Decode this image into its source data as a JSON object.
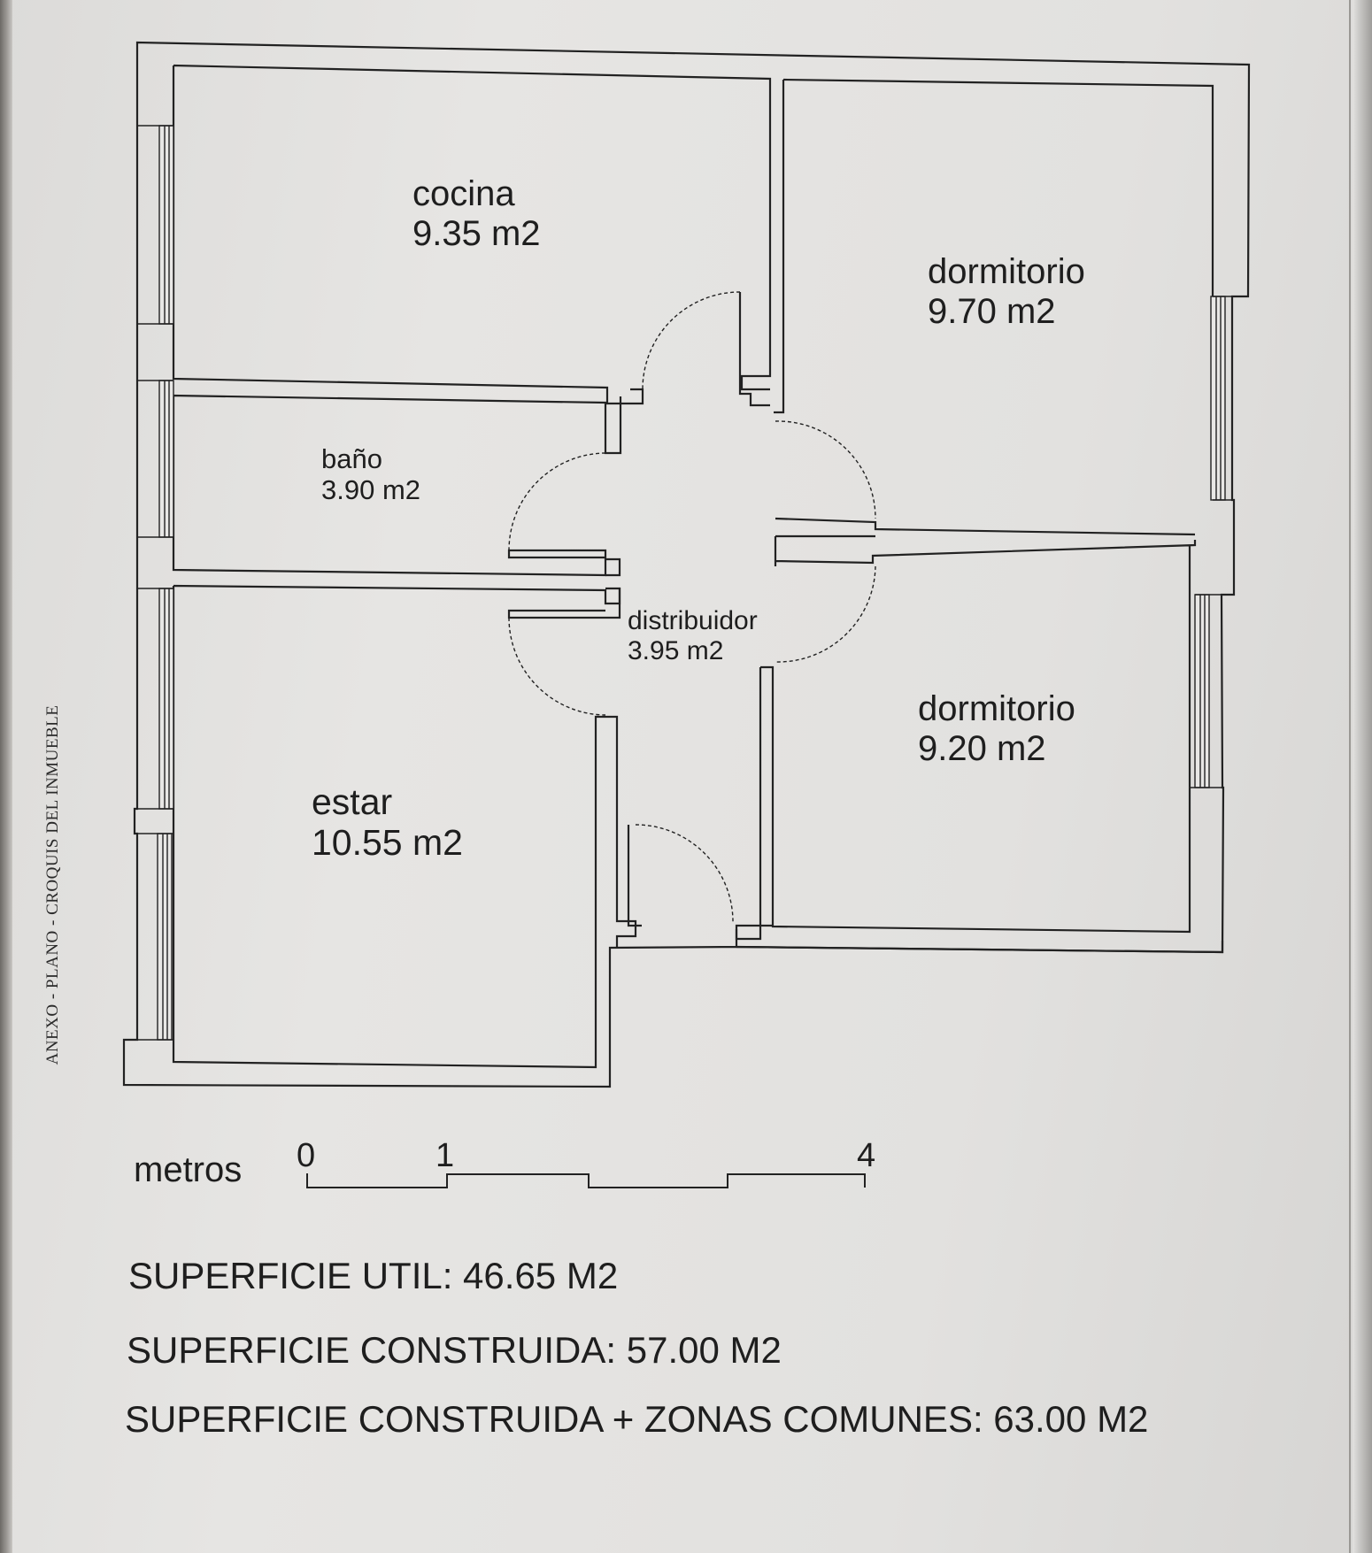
{
  "side_label": "ANEXO - PLANO - CROQUIS DEL INMUEBLE",
  "rooms": {
    "cocina": {
      "name": "cocina",
      "area": "9.35 m2"
    },
    "dormitorio_1": {
      "name": "dormitorio",
      "area": "9.70 m2"
    },
    "bano": {
      "name": "baño",
      "area": "3.90 m2"
    },
    "distribuidor": {
      "name": "distribuidor",
      "area": "3.95 m2"
    },
    "dormitorio_2": {
      "name": "dormitorio",
      "area": "9.20 m2"
    },
    "estar": {
      "name": "estar",
      "area": "10.55 m2"
    }
  },
  "scale": {
    "unit_label": "metros",
    "tick_0": "0",
    "tick_1": "1",
    "tick_4": "4"
  },
  "summary": {
    "util": "SUPERFICIE UTIL: 46.65 M2",
    "construida": "SUPERFICIE CONSTRUIDA: 57.00 M2",
    "construida_comunes": "SUPERFICIE CONSTRUIDA + ZONAS COMUNES: 63.00 M2"
  }
}
